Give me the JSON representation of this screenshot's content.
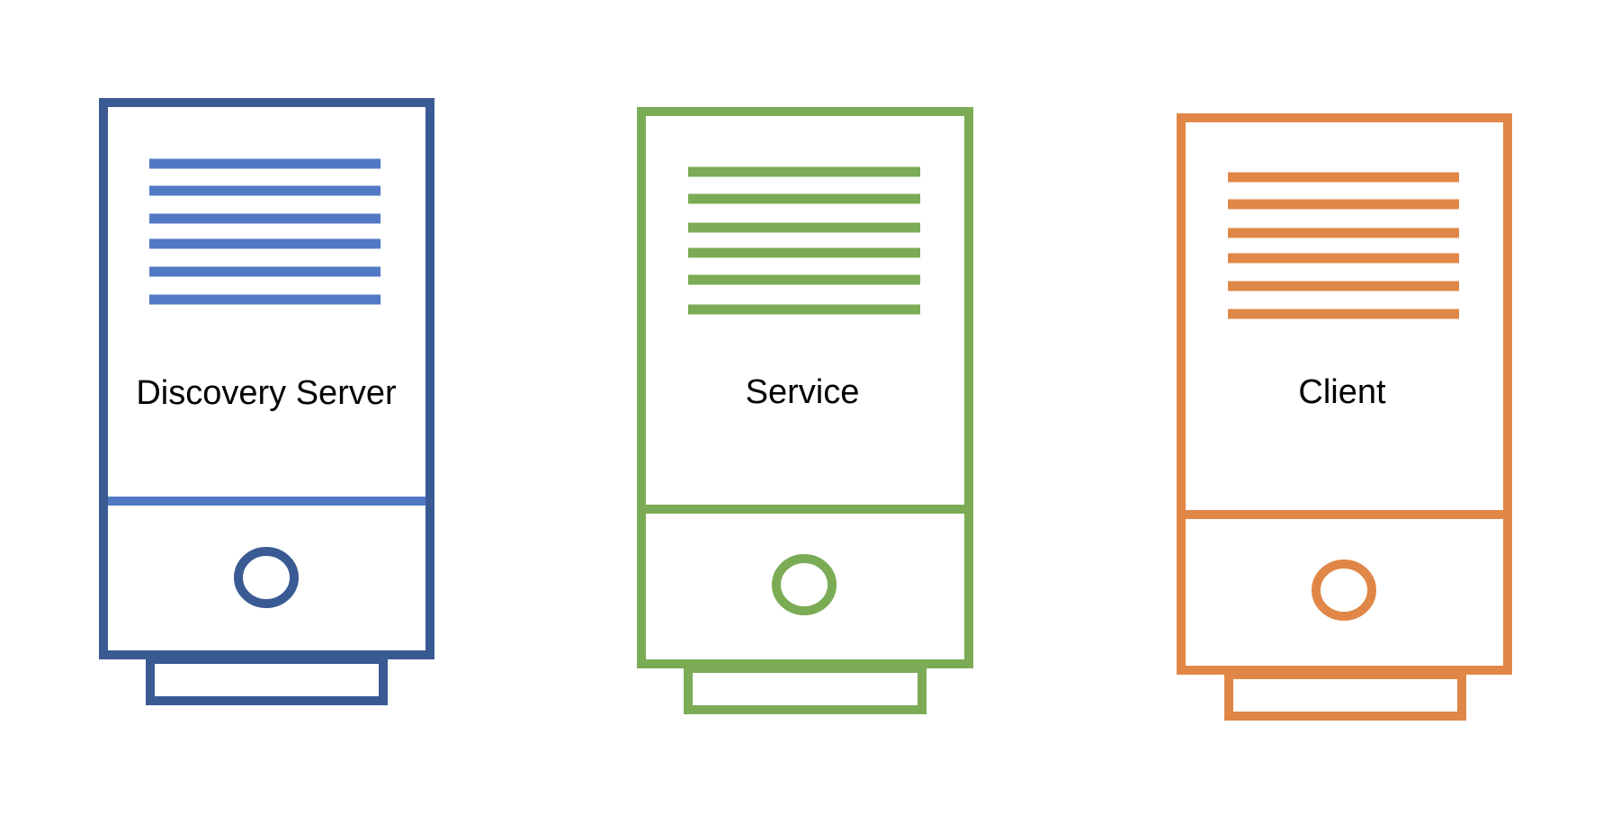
{
  "servers": [
    {
      "label": "Discovery Server",
      "frame_color": "#3a5a94",
      "stripe_color": "#5179c4",
      "icon": "server-icon"
    },
    {
      "label": "Service",
      "frame_color": "#7bab55",
      "stripe_color": "#7bab55",
      "icon": "server-icon"
    },
    {
      "label": "Client",
      "frame_color": "#e08747",
      "stripe_color": "#e08747",
      "icon": "server-icon"
    }
  ]
}
